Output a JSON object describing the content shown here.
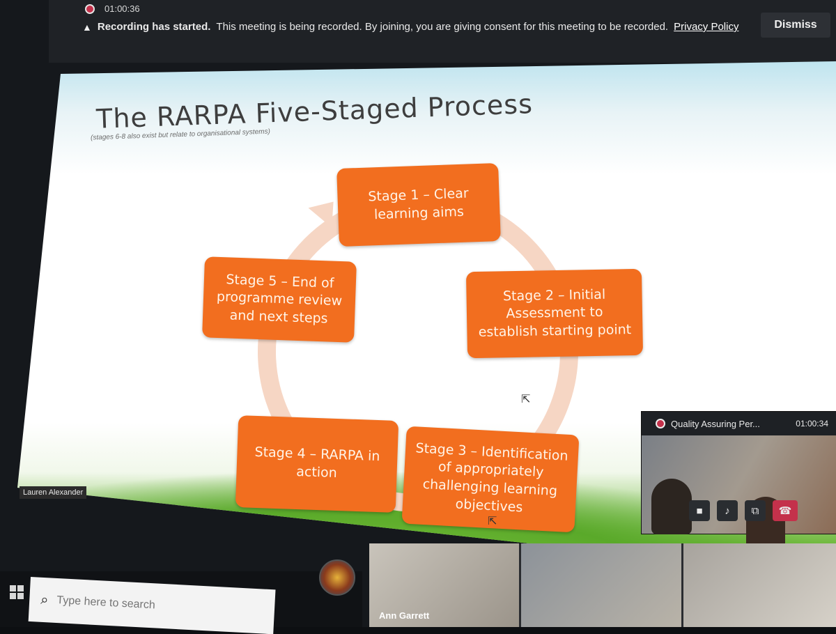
{
  "recording": {
    "timer": "01:00:36",
    "banner_bold": "Recording has started.",
    "banner_text": "This meeting is being recorded. By joining, you are giving consent for this meeting to be recorded.",
    "privacy_link": "Privacy Policy",
    "dismiss_label": "Dismiss"
  },
  "slide": {
    "title": "The RARPA Five-Staged Process",
    "subtitle": "(stages 6-8 also exist but relate to organisational systems)",
    "stages": [
      {
        "label": "Stage 1 – Clear learning aims"
      },
      {
        "label": "Stage 2 – Initial Assessment to establish starting point"
      },
      {
        "label": "Stage 3 – Identification of appropriately challenging learning objectives"
      },
      {
        "label": "Stage 4 – RARPA in action"
      },
      {
        "label": "Stage 5 – End of programme review and next steps"
      }
    ],
    "presenter_name": "Lauren Alexander",
    "colors": {
      "stage_fill": "#f26e1f",
      "ring": "#f6d6c4"
    }
  },
  "call_window": {
    "title": "Quality Assuring Per...",
    "timer": "01:00:34",
    "controls": [
      "video-icon",
      "mic-icon",
      "share-icon",
      "hangup-icon"
    ]
  },
  "participants": [
    {
      "name": "Ann Garrett"
    }
  ],
  "taskbar": {
    "search_placeholder": "Type here to search"
  }
}
